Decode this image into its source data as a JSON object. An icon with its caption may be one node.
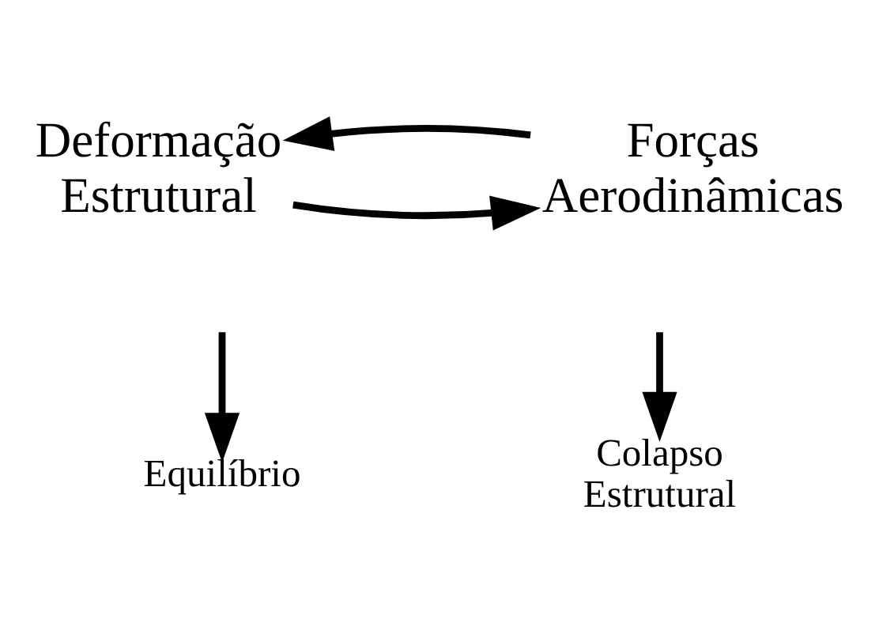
{
  "diagram": {
    "nodes": [
      {
        "text": [
          "Deformação Estrutural"
        ]
      },
      {
        "text": [
          "Forças Aerodinâmicas"
        ]
      },
      {
        "text": [
          "Equilíbrio"
        ]
      },
      {
        "text": [
          "Colapso Estrutural"
        ]
      }
    ],
    "edges": [
      {
        "from": 0,
        "to": 1,
        "arrow": "to"
      },
      {
        "from": 1,
        "to": 0,
        "arrow": "to"
      },
      {
        "from": null,
        "to": 2,
        "arrow": "to"
      },
      {
        "from": null,
        "to": 3,
        "arrow": "to"
      }
    ]
  }
}
